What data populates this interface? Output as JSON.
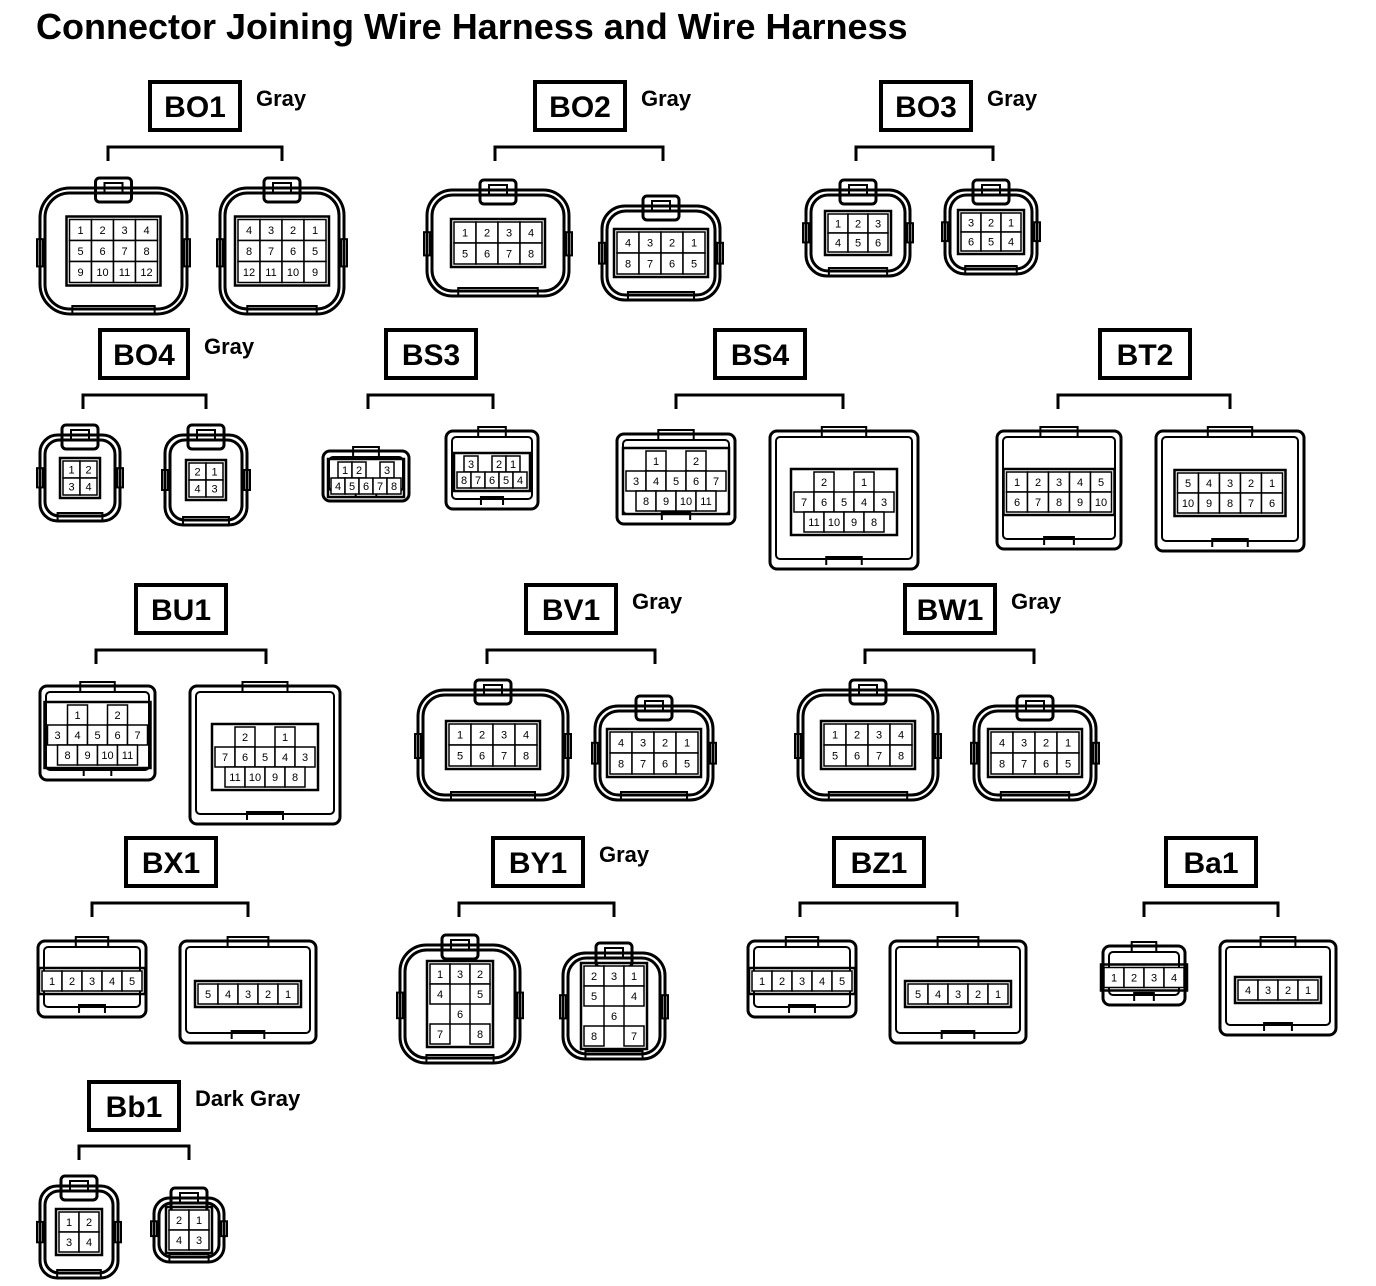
{
  "title": "Connector Joining Wire Harness and Wire Harness",
  "connectors": [
    {
      "id": "BO1",
      "color": "Gray",
      "left": {
        "rows": [
          [
            "1",
            "2",
            "3",
            "4"
          ],
          [
            "5",
            "6",
            "7",
            "8"
          ],
          [
            "9",
            "10",
            "11",
            "12"
          ]
        ]
      },
      "right": {
        "rows": [
          [
            "4",
            "3",
            "2",
            "1"
          ],
          [
            "8",
            "7",
            "6",
            "5"
          ],
          [
            "12",
            "11",
            "10",
            "9"
          ]
        ]
      }
    },
    {
      "id": "BO2",
      "color": "Gray",
      "left": {
        "rows": [
          [
            "1",
            "2",
            "3",
            "4"
          ],
          [
            "5",
            "6",
            "7",
            "8"
          ]
        ]
      },
      "right": {
        "rows": [
          [
            "4",
            "3",
            "2",
            "1"
          ],
          [
            "8",
            "7",
            "6",
            "5"
          ]
        ]
      }
    },
    {
      "id": "BO3",
      "color": "Gray",
      "left": {
        "rows": [
          [
            "1",
            "2",
            "3"
          ],
          [
            "4",
            "5",
            "6"
          ]
        ]
      },
      "right": {
        "rows": [
          [
            "3",
            "2",
            "1"
          ],
          [
            "6",
            "5",
            "4"
          ]
        ]
      }
    },
    {
      "id": "BO4",
      "color": "Gray",
      "left": {
        "rows": [
          [
            "1",
            "2"
          ],
          [
            "3",
            "4"
          ]
        ]
      },
      "right": {
        "rows": [
          [
            "2",
            "1"
          ],
          [
            "4",
            "3"
          ]
        ]
      }
    },
    {
      "id": "BS3",
      "color": "",
      "left": {
        "rows": [
          [
            "1",
            "2",
            "",
            "3"
          ],
          [
            "4",
            "5",
            "6",
            "7",
            "8"
          ]
        ]
      },
      "right": {
        "rows": [
          [
            "3",
            "",
            "2",
            "1"
          ],
          [
            "8",
            "7",
            "6",
            "5",
            "4"
          ]
        ]
      }
    },
    {
      "id": "BS4",
      "color": "",
      "left": {
        "rows": [
          [
            "1",
            "",
            "2"
          ],
          [
            "3",
            "4",
            "5",
            "6",
            "7"
          ],
          [
            "8",
            "9",
            "10",
            "11"
          ]
        ]
      },
      "right": {
        "rows": [
          [
            "2",
            "",
            "1"
          ],
          [
            "7",
            "6",
            "5",
            "4",
            "3"
          ],
          [
            "11",
            "10",
            "9",
            "8"
          ]
        ]
      }
    },
    {
      "id": "BT2",
      "color": "",
      "left": {
        "rows": [
          [
            "1",
            "2",
            "3",
            "4",
            "5"
          ],
          [
            "6",
            "7",
            "8",
            "9",
            "10"
          ]
        ]
      },
      "right": {
        "rows": [
          [
            "5",
            "4",
            "3",
            "2",
            "1"
          ],
          [
            "10",
            "9",
            "8",
            "7",
            "6"
          ]
        ]
      }
    },
    {
      "id": "BU1",
      "color": "",
      "left": {
        "rows": [
          [
            "1",
            "",
            "2"
          ],
          [
            "3",
            "4",
            "5",
            "6",
            "7"
          ],
          [
            "8",
            "9",
            "10",
            "11"
          ]
        ]
      },
      "right": {
        "rows": [
          [
            "2",
            "",
            "1"
          ],
          [
            "7",
            "6",
            "5",
            "4",
            "3"
          ],
          [
            "11",
            "10",
            "9",
            "8"
          ]
        ]
      }
    },
    {
      "id": "BV1",
      "color": "Gray",
      "left": {
        "rows": [
          [
            "1",
            "2",
            "3",
            "4"
          ],
          [
            "5",
            "6",
            "7",
            "8"
          ]
        ]
      },
      "right": {
        "rows": [
          [
            "4",
            "3",
            "2",
            "1"
          ],
          [
            "8",
            "7",
            "6",
            "5"
          ]
        ]
      }
    },
    {
      "id": "BW1",
      "color": "Gray",
      "left": {
        "rows": [
          [
            "1",
            "2",
            "3",
            "4"
          ],
          [
            "5",
            "6",
            "7",
            "8"
          ]
        ]
      },
      "right": {
        "rows": [
          [
            "4",
            "3",
            "2",
            "1"
          ],
          [
            "8",
            "7",
            "6",
            "5"
          ]
        ]
      }
    },
    {
      "id": "BX1",
      "color": "",
      "left": {
        "rows": [
          [
            "1",
            "2",
            "3",
            "4",
            "5"
          ]
        ]
      },
      "right": {
        "rows": [
          [
            "5",
            "4",
            "3",
            "2",
            "1"
          ]
        ]
      }
    },
    {
      "id": "BY1",
      "color": "Gray",
      "left": {
        "rows": [
          [
            "1",
            "3",
            "2"
          ],
          [
            "4",
            "",
            "5"
          ],
          [
            "",
            "6",
            ""
          ],
          [
            "7",
            "",
            "8"
          ]
        ]
      },
      "right": {
        "rows": [
          [
            "2",
            "3",
            "1"
          ],
          [
            "5",
            "",
            "4"
          ],
          [
            "",
            "6",
            ""
          ],
          [
            "8",
            "",
            "7"
          ]
        ]
      }
    },
    {
      "id": "BZ1",
      "color": "",
      "left": {
        "rows": [
          [
            "1",
            "2",
            "3",
            "4",
            "5"
          ]
        ]
      },
      "right": {
        "rows": [
          [
            "5",
            "4",
            "3",
            "2",
            "1"
          ]
        ]
      }
    },
    {
      "id": "Ba1",
      "color": "",
      "left": {
        "rows": [
          [
            "1",
            "2",
            "3",
            "4"
          ]
        ]
      },
      "right": {
        "rows": [
          [
            "4",
            "3",
            "2",
            "1"
          ]
        ]
      }
    },
    {
      "id": "Bb1",
      "color": "Dark Gray",
      "left": {
        "rows": [
          [
            "1",
            "2"
          ],
          [
            "3",
            "4"
          ]
        ]
      },
      "right": {
        "rows": [
          [
            "2",
            "1"
          ],
          [
            "4",
            "3"
          ]
        ]
      }
    }
  ]
}
